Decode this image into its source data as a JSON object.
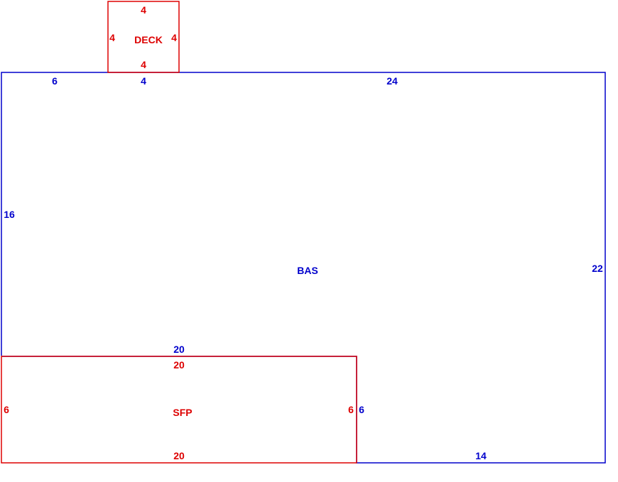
{
  "colors": {
    "living_area": "#0000cc",
    "other_area": "#dd0000",
    "background": "#ffffff"
  },
  "areas": {
    "deck": {
      "label": "DECK",
      "top": "4",
      "left": "4",
      "right": "4",
      "bottom": "4"
    },
    "bas": {
      "label": "BAS",
      "top_left_segment": "6",
      "top_deck_segment": "4",
      "top_right_segment": "24",
      "left": "16",
      "right": "22",
      "step_top": "20",
      "step_side": "6",
      "bottom": "14"
    },
    "sfp": {
      "label": "SFP",
      "top": "20",
      "left": "6",
      "right": "6",
      "bottom": "20"
    }
  }
}
